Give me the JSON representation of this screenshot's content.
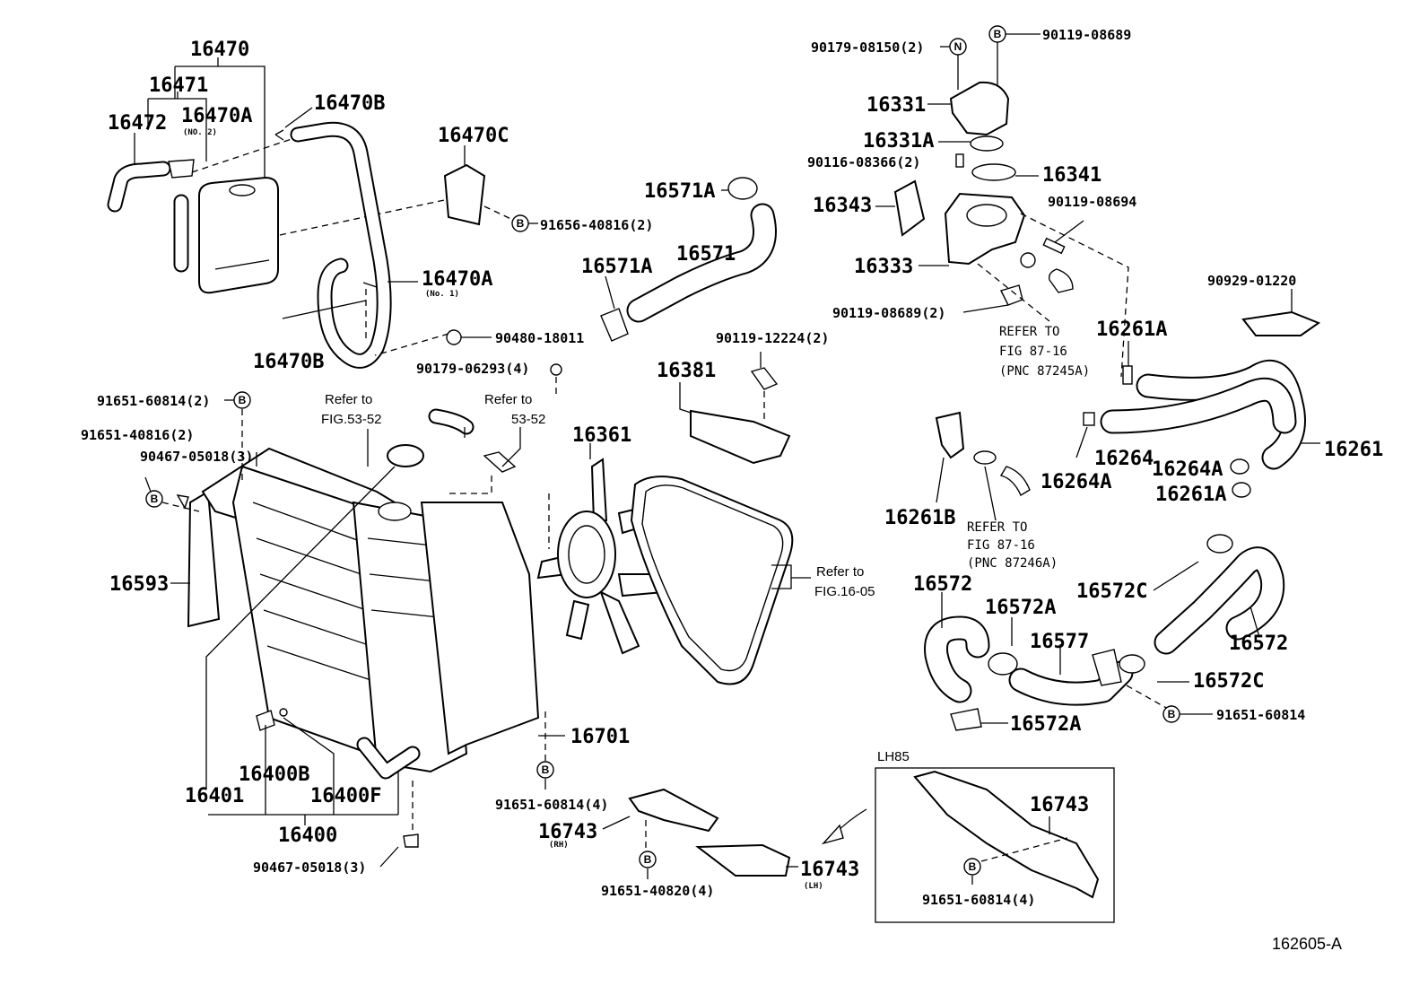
{
  "labels": {
    "l16470": "16470",
    "l16471": "16471",
    "l16472": "16472",
    "l16470a_top": "16470A",
    "l16470a_top_sub": "(NO. 2)",
    "l16470b_top": "16470B",
    "l16470c": "16470C",
    "l16470a_mid": "16470A",
    "l16470a_mid_sub": "(No. 1)",
    "l16470b_bot": "16470B",
    "l91656": "91656-40816(2)",
    "l90480": "90480-18011",
    "l90179_06293": "90179-06293(4)",
    "l16571a_top": "16571A",
    "l16571": "16571",
    "l16571a_bot": "16571A",
    "l90119_12224": "90119-12224(2)",
    "l16381": "16381",
    "l16361": "16361",
    "l90179_08150": "90179-08150(2)",
    "l90119_08689_top": "90119-08689",
    "l16331": "16331",
    "l16331a": "16331A",
    "l90116": "90116-08366(2)",
    "l16341": "16341",
    "l16343": "16343",
    "l90119_08694": "90119-08694",
    "l16333": "16333",
    "l90119_08689_bot": "90119-08689(2)",
    "refer_87245_a": "REFER TO",
    "refer_87245_b": "FIG 87-16",
    "refer_87245_c": "(PNC 87245A)",
    "l90929": "90929-01220",
    "l16261a_top": "16261A",
    "l16264": "16264",
    "l16264a_right": "16264A",
    "l16261a_bot": "16261A",
    "l16261": "16261",
    "l16264a_mid": "16264A",
    "l16261b": "16261B",
    "refer_87246_a": "REFER TO",
    "refer_87246_b": "FIG 87-16",
    "refer_87246_c": "(PNC 87246A)",
    "l91651_60814_2": "91651-60814(2)",
    "l91651_40816_2": "91651-40816(2)",
    "l90467_top": "90467-05018(3)",
    "refer_5352_a": "Refer to",
    "refer_5352_b": "FIG.53-52",
    "refer_5352_c": "Refer to",
    "refer_5352_d": "53-52",
    "l16593": "16593",
    "refer_1605_a": "Refer to",
    "refer_1605_b": "FIG.16-05",
    "l16572_left": "16572",
    "l16572a_top": "16572A",
    "l16577": "16577",
    "l16572c_top": "16572C",
    "l16572_right": "16572",
    "l16572c_bot": "16572C",
    "l16572a_bot": "16572A",
    "l91651_60814_r": "91651-60814",
    "l16701": "16701",
    "l16401": "16401",
    "l16400b": "16400B",
    "l16400f": "16400F",
    "l16400": "16400",
    "l90467_bot": "90467-05018(3)",
    "l91651_60814_4_mid": "91651-60814(4)",
    "l16743_rh": "16743",
    "l16743_rh_sub": "(RH)",
    "l91651_40820": "91651-40820(4)",
    "l16743_lh": "16743",
    "l16743_lh_sub": "(LH)",
    "lh85": "LH85",
    "l16743_box": "16743",
    "l91651_60814_4_box": "91651-60814(4)",
    "figure_id": "162605-A"
  },
  "markers": {
    "b": "B",
    "n": "N"
  }
}
